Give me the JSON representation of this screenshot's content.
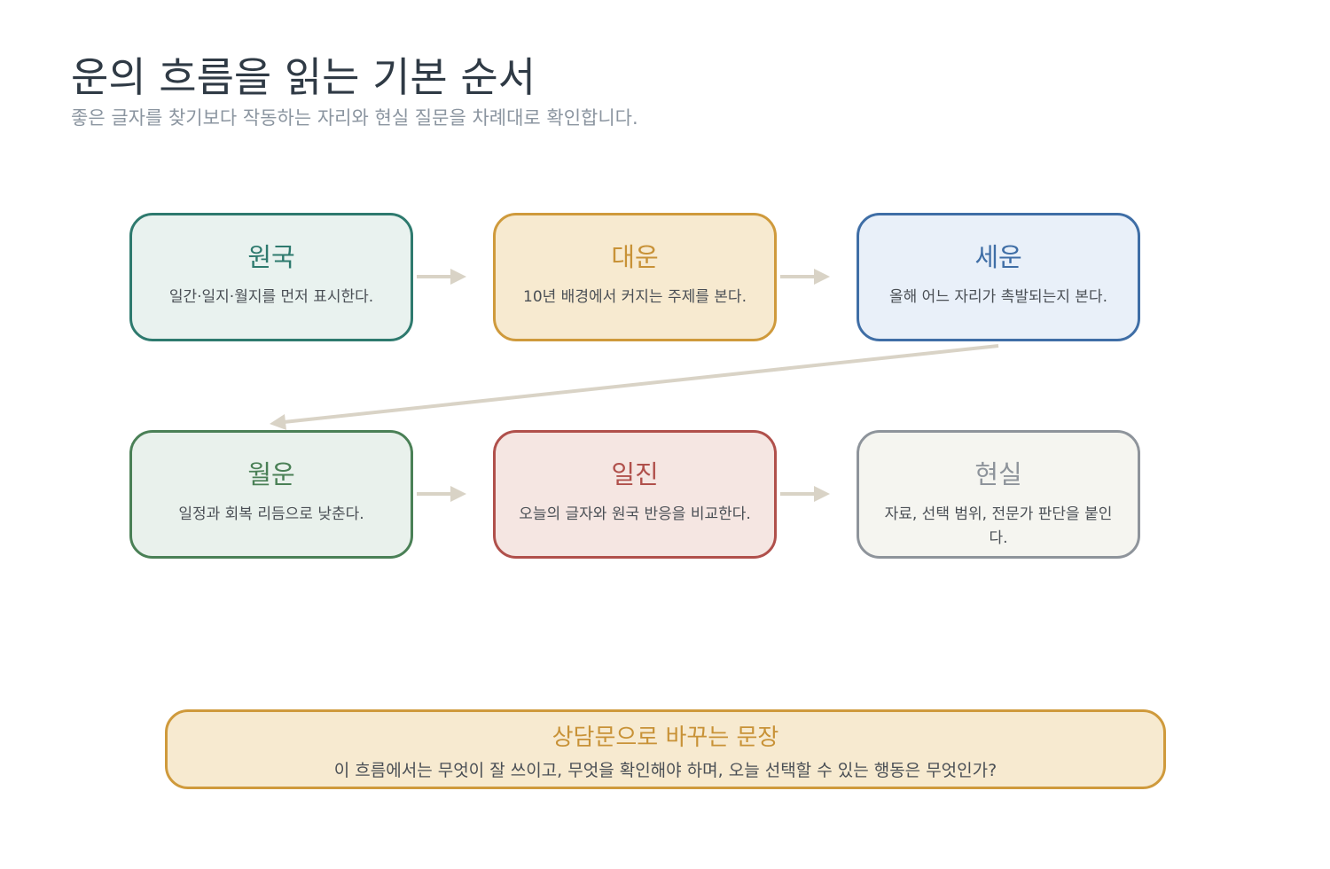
{
  "header": {
    "title": "운의 흐름을 읽는 기본 순서",
    "subtitle": "좋은 글자를 찾기보다 작동하는 자리와 현실 질문을 차례대로 확인합니다."
  },
  "nodes": [
    {
      "title": "원국",
      "desc": "일간·일지·월지를 먼저 표시한다.",
      "color": "#2e7a6e"
    },
    {
      "title": "대운",
      "desc": "10년 배경에서 커지는 주제를 본다.",
      "color": "#cf9a3c"
    },
    {
      "title": "세운",
      "desc": "올해 어느 자리가 촉발되는지 본다.",
      "color": "#3f6ea6"
    },
    {
      "title": "월운",
      "desc": "일정과 회복 리듬으로 낮춘다.",
      "color": "#4a8056"
    },
    {
      "title": "일진",
      "desc": "오늘의 글자와 원국 반응을 비교한다.",
      "color": "#b0504b"
    },
    {
      "title": "현실",
      "desc": "자료, 선택 범위, 전문가 판단을 붙인다.",
      "color": "#8e949b"
    }
  ],
  "arrow_color": "#d9d3c6",
  "summary": {
    "title": "상담문으로 바꾸는 문장",
    "text": "이 흐름에서는 무엇이 잘 쓰이고, 무엇을 확인해야 하며, 오늘 선택할 수 있는 행동은 무엇인가?"
  }
}
